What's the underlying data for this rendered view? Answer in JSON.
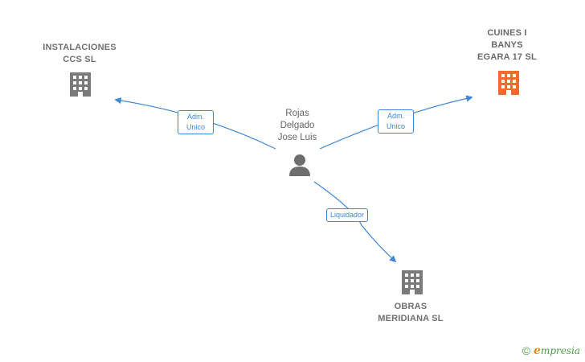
{
  "nodes": {
    "company_left": {
      "label": "INSTALACIONES\nCCS  SL"
    },
    "company_right": {
      "label": "CUINES I\nBANYS\nEGARA 17  SL",
      "color": "#f26a2e"
    },
    "company_bottom": {
      "label": "OBRAS\nMERIDIANA SL"
    },
    "person": {
      "label": "Rojas\nDelgado\nJose Luis"
    }
  },
  "edges": {
    "to_left": {
      "label": "Adm.\nUnico"
    },
    "to_right": {
      "label": "Adm.\nUnico"
    },
    "to_bottom": {
      "label": "Liquidador"
    }
  },
  "colors": {
    "edge": "#3e86d6",
    "building_gray": "#7a7a7a",
    "building_highlight": "#f26a2e",
    "person_gray": "#6e6e6e"
  },
  "footer": {
    "copyright": "©",
    "brand_initial": "e",
    "brand_rest": "mpresia"
  }
}
